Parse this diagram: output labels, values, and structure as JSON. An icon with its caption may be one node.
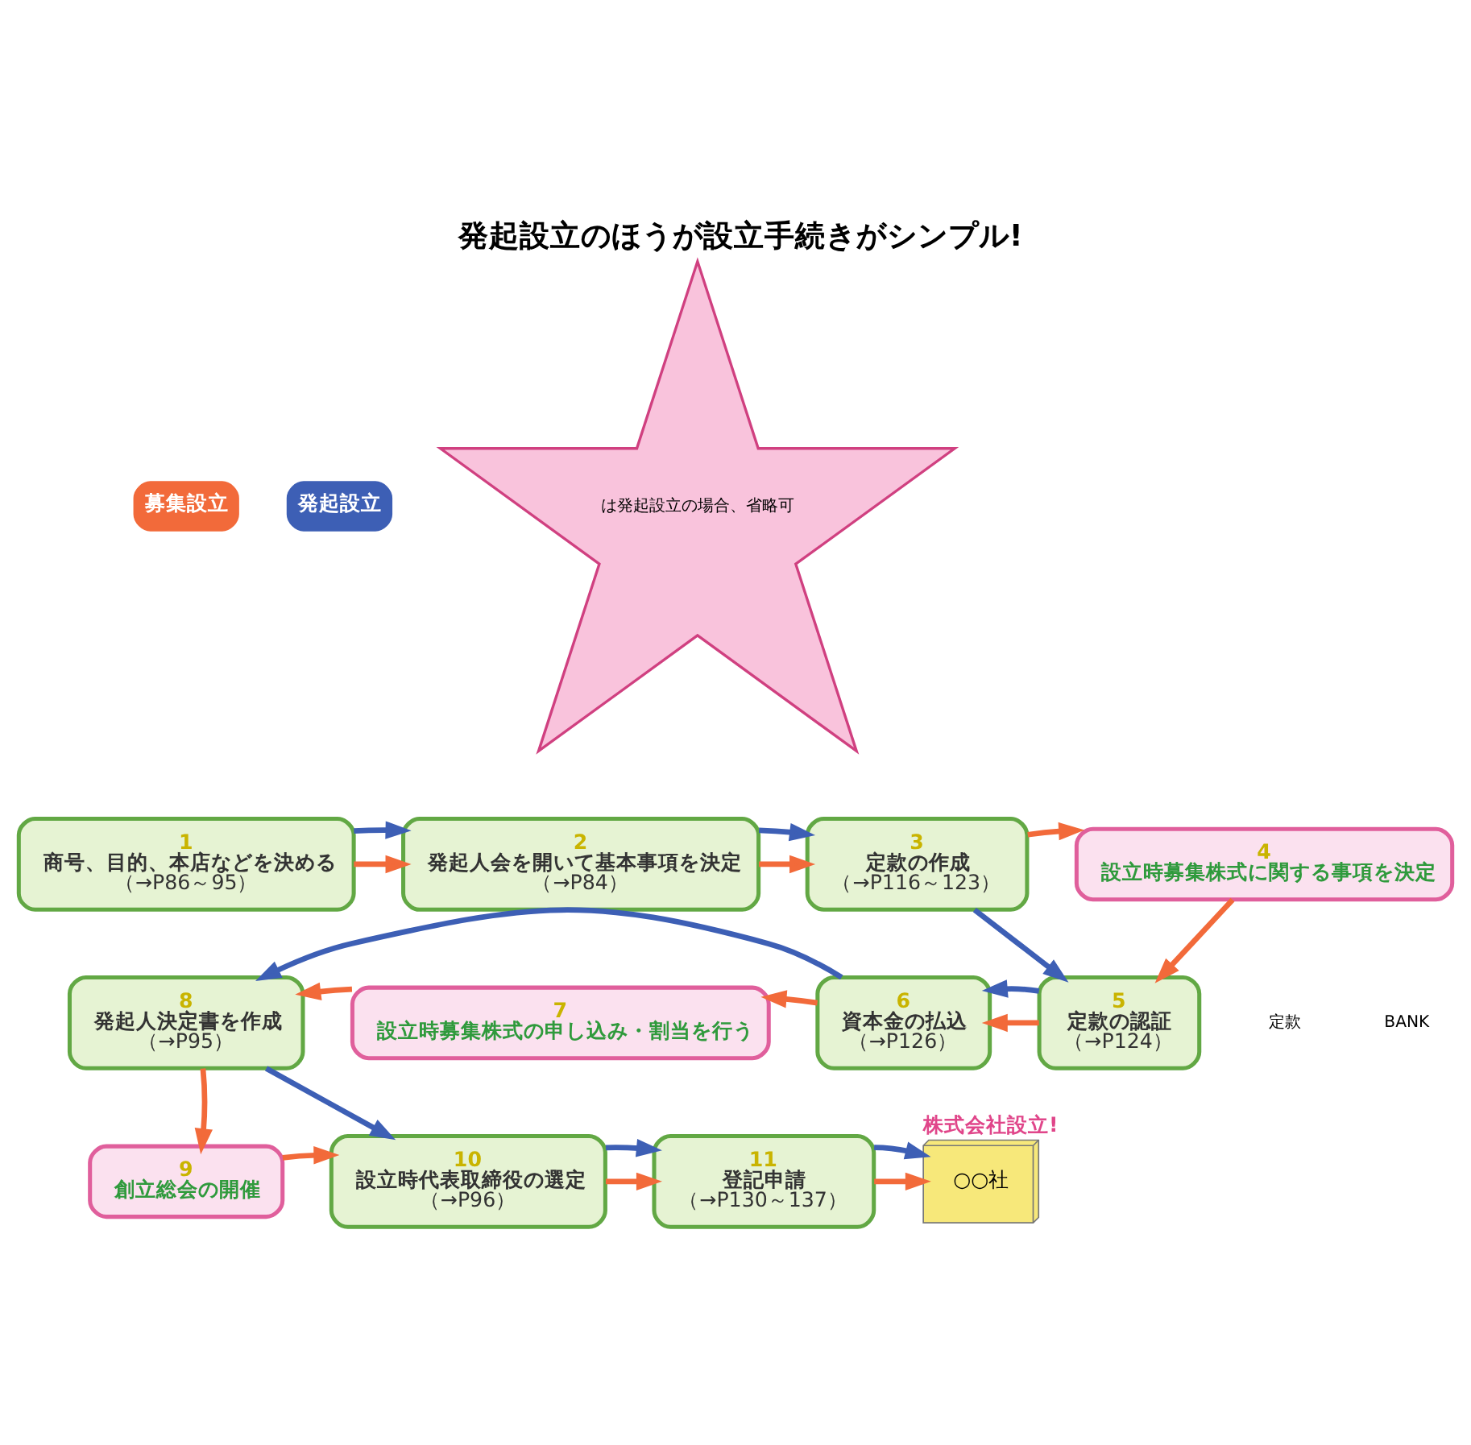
{
  "diagram": {
    "title": "発起設立のほうが設立手続きがシンプル!",
    "nodes": [
      {
        "text": [
          "1",
          "商号、目的、本店などを決める",
          "（→P86～95）"
        ]
      },
      {
        "text": [
          "2",
          "発起人会を開いて基本事項を決定",
          "（→P84）"
        ]
      },
      {
        "text": [
          "3",
          "定款の作成",
          "（→P116～123）"
        ]
      },
      {
        "text": [
          "4",
          "設立時募集株式に関する事項を決定"
        ]
      },
      {
        "text": [
          "5",
          "定款の認証",
          "（→P124）"
        ]
      },
      {
        "text": [
          "6",
          "資本金の払込",
          "（→P126）"
        ]
      },
      {
        "text": [
          "7",
          "設立時募集株式の申し込み・割当を行う"
        ]
      },
      {
        "text": [
          "8",
          "発起人決定書を作成",
          "（→P95）"
        ]
      },
      {
        "text": [
          "9",
          "創立総会の開催"
        ]
      },
      {
        "text": [
          "10",
          "設立時代表取締役の選定",
          "（→P96）"
        ]
      },
      {
        "text": [
          "11",
          "登記申請",
          "（→P130～137）"
        ]
      },
      {
        "text": [
          "○○社"
        ],
        "beside": [
          "株式会社設立!"
        ]
      }
    ],
    "edges": [
      {
        "from": 0,
        "to": 1,
        "arrow": "to",
        "color": "#f26a3a"
      },
      {
        "from": 0,
        "to": 1,
        "arrow": "to",
        "color": "#3d5fb5"
      },
      {
        "from": 1,
        "to": 2,
        "arrow": "to",
        "color": "#f26a3a"
      },
      {
        "from": 1,
        "to": 2,
        "arrow": "to",
        "color": "#3d5fb5"
      },
      {
        "from": 2,
        "to": 3,
        "arrow": "to",
        "color": "#f26a3a"
      },
      {
        "from": 2,
        "to": 4,
        "arrow": "to",
        "color": "#3d5fb5"
      },
      {
        "from": 3,
        "to": 4,
        "arrow": "to",
        "color": "#f26a3a"
      },
      {
        "from": 4,
        "to": 5,
        "arrow": "to",
        "color": "#f26a3a"
      },
      {
        "from": 4,
        "to": 5,
        "arrow": "to",
        "color": "#3d5fb5"
      },
      {
        "from": 5,
        "to": 6,
        "arrow": "to",
        "color": "#f26a3a"
      },
      {
        "from": 5,
        "to": 7,
        "arrow": "to",
        "color": "#3d5fb5"
      },
      {
        "from": 6,
        "to": 7,
        "arrow": "to",
        "color": "#f26a3a"
      },
      {
        "from": 7,
        "to": 8,
        "arrow": "to",
        "color": "#f26a3a"
      },
      {
        "from": 7,
        "to": 9,
        "arrow": "to",
        "color": "#3d5fb5"
      },
      {
        "from": 8,
        "to": 9,
        "arrow": "to",
        "color": "#f26a3a"
      },
      {
        "from": 9,
        "to": 10,
        "arrow": "to",
        "color": "#f26a3a"
      },
      {
        "from": 9,
        "to": 10,
        "arrow": "to",
        "color": "#3d5fb5"
      },
      {
        "from": 10,
        "to": 11,
        "arrow": "to",
        "color": "#f26a3a"
      },
      {
        "from": 10,
        "to": 11,
        "arrow": "to",
        "color": "#3d5fb5"
      }
    ],
    "labels": [
      "定款",
      "BANK"
    ],
    "legend": [
      {
        "text": "募集設立",
        "color": "#f26a3a"
      },
      {
        "text": "発起設立",
        "color": "#3d5fb5"
      },
      {
        "text": "は発起設立の場合、省略可"
      }
    ]
  }
}
